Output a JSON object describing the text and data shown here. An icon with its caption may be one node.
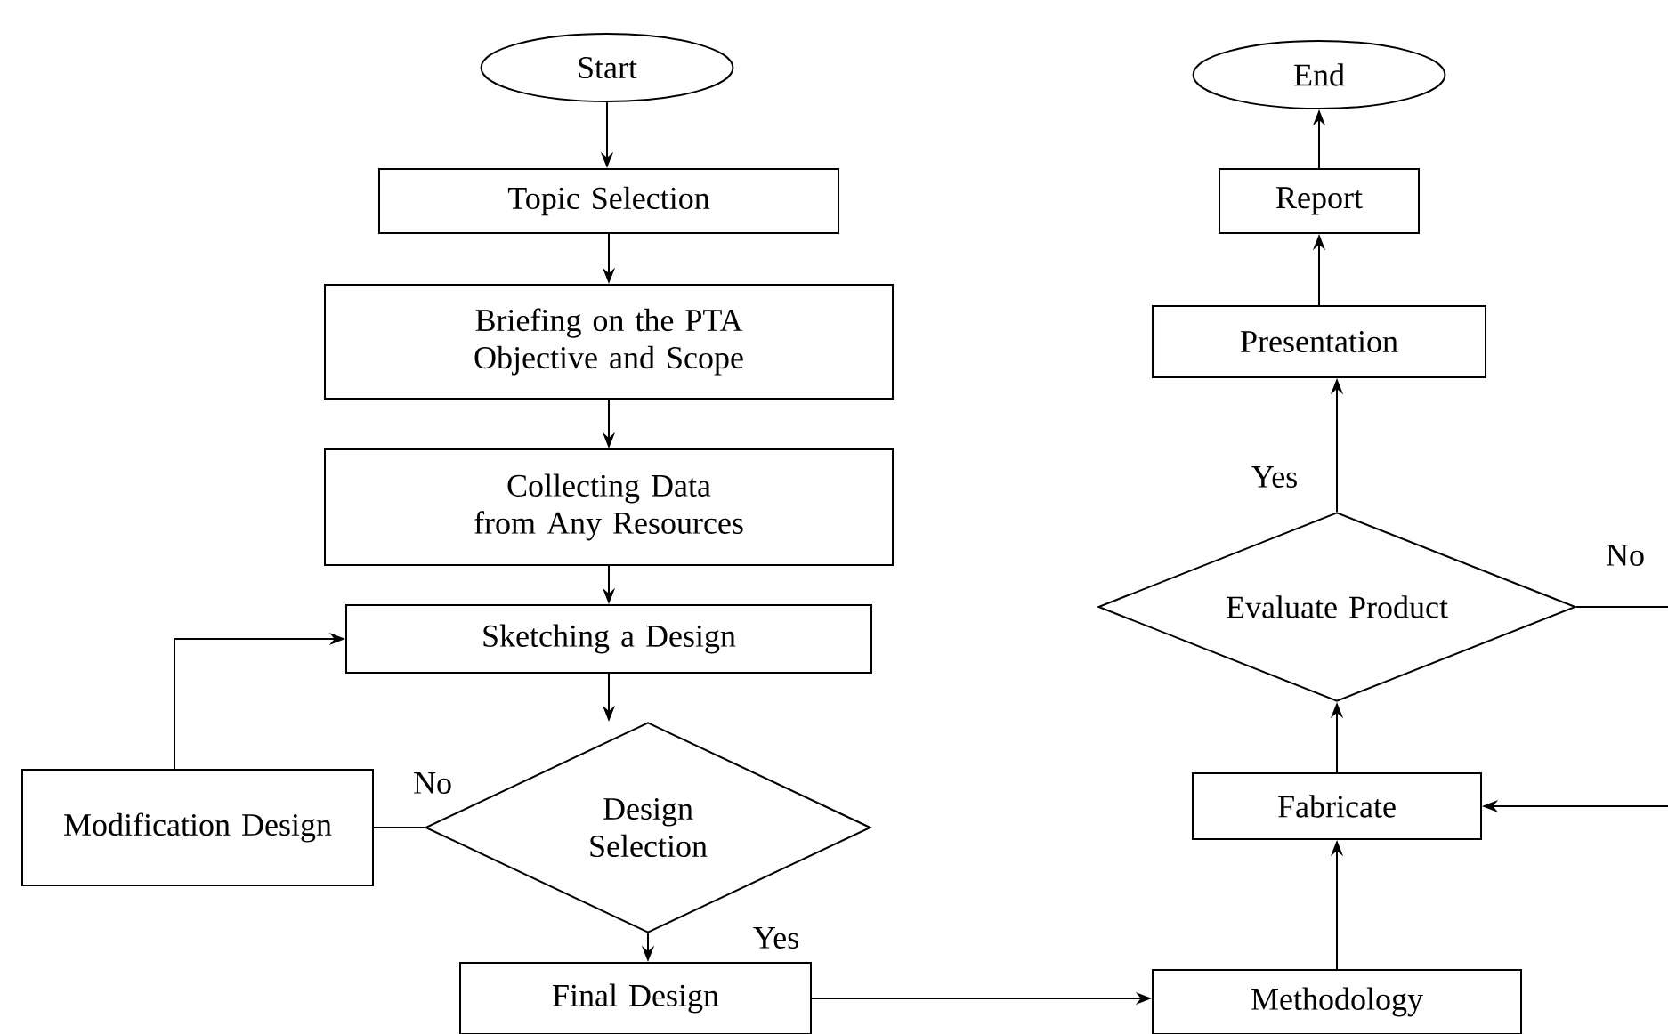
{
  "diagram": {
    "nodes": [
      {
        "text": [
          "Start"
        ]
      },
      {
        "text": [
          "Topic Selection"
        ]
      },
      {
        "text": [
          "Briefing on the PTA Objective and Scope"
        ]
      },
      {
        "text": [
          "Collecting Data from Any Resources"
        ]
      },
      {
        "text": [
          "Sketching a Design"
        ]
      },
      {
        "text": [
          "Design Selection"
        ]
      },
      {
        "text": [
          "Modification Design"
        ]
      },
      {
        "text": [
          "Final Design"
        ]
      },
      {
        "text": [
          "Methodology"
        ]
      },
      {
        "text": [
          "Fabricate"
        ]
      },
      {
        "text": [
          "Evaluate Product"
        ]
      },
      {
        "text": [
          "Presentation"
        ]
      },
      {
        "text": [
          "Report"
        ]
      },
      {
        "text": [
          "End"
        ]
      }
    ],
    "edges": [
      {
        "from": 0,
        "to": 1,
        "arrow": "to"
      },
      {
        "from": 1,
        "to": 2,
        "arrow": "to"
      },
      {
        "from": 2,
        "to": 3,
        "arrow": "to"
      },
      {
        "from": 3,
        "to": 4,
        "arrow": "to"
      },
      {
        "from": 4,
        "to": 5,
        "arrow": "to"
      },
      {
        "from": 5,
        "to": 6,
        "arrow": "none",
        "label": "No"
      },
      {
        "from": 6,
        "to": 4,
        "arrow": "to"
      },
      {
        "from": 5,
        "to": 7,
        "arrow": "to",
        "label": "Yes"
      },
      {
        "from": 7,
        "to": 8,
        "arrow": "to"
      },
      {
        "from": 8,
        "to": 9,
        "arrow": "to"
      },
      {
        "from": 9,
        "to": 10,
        "arrow": "to"
      },
      {
        "from": 10,
        "to": 11,
        "arrow": "to",
        "label": "Yes"
      },
      {
        "from": 11,
        "to": 12,
        "arrow": "to"
      },
      {
        "from": 12,
        "to": 13,
        "arrow": "to"
      },
      {
        "from": 10,
        "to": null,
        "arrow": "none",
        "label": "No"
      },
      {
        "from": null,
        "to": 9,
        "arrow": "to"
      }
    ]
  }
}
